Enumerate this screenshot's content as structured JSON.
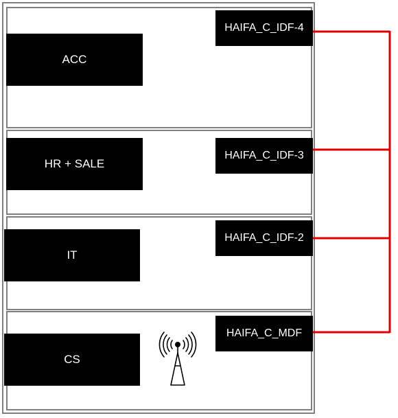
{
  "departments": [
    {
      "id": "acc",
      "label": "ACC"
    },
    {
      "id": "hr-sale",
      "label": "HR + SALE"
    },
    {
      "id": "it",
      "label": "IT"
    },
    {
      "id": "cs",
      "label": "CS"
    }
  ],
  "network_nodes": [
    {
      "id": "idf-4",
      "label": "HAIFA_C_IDF-4"
    },
    {
      "id": "idf-3",
      "label": "HAIFA_C_IDF-3"
    },
    {
      "id": "idf-2",
      "label": "HAIFA_C_IDF-2"
    },
    {
      "id": "mdf",
      "label": "HAIFA_C_MDF"
    }
  ],
  "colors": {
    "link": "#e00000",
    "box": "#000000",
    "box_text": "#ffffff",
    "floor_border": "#7f7f7f"
  },
  "icons": {
    "wireless": "wifi-antenna-icon"
  }
}
